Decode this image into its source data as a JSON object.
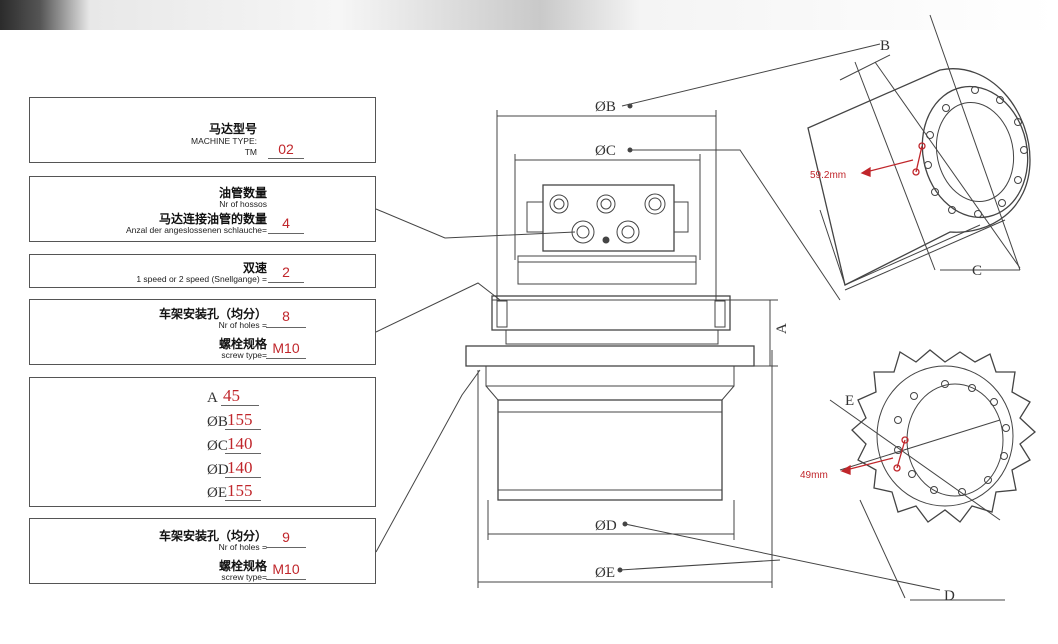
{
  "box1": {
    "label_cn": "马达型号",
    "label_en": "MACHINE TYPE:",
    "prefix": "TM",
    "value": "02"
  },
  "box2": {
    "label_cn": "油管数量",
    "label_en1": "Nr of hossos",
    "label_cn2": "马达连接油管的数量",
    "label_en2": "Anzal der angeslossenen schlauche=",
    "value": "4"
  },
  "box3": {
    "label_cn": "双速",
    "label_en": "1 speed or 2 speed (Snellgange) =",
    "value": "2"
  },
  "box4": {
    "holes_cn": "车架安装孔（均分）",
    "holes_en": "Nr of holes =",
    "holes_value": "8",
    "screw_cn": "螺栓规格",
    "screw_en": "screw type=",
    "screw_value": "M10"
  },
  "dims": [
    {
      "label": "A",
      "value": "45"
    },
    {
      "label": "ØB",
      "value": "155"
    },
    {
      "label": "ØC",
      "value": "140"
    },
    {
      "label": "ØD",
      "value": "140"
    },
    {
      "label": "ØE",
      "value": "155"
    }
  ],
  "box6": {
    "holes_cn": "车架安装孔（均分）",
    "holes_en": "Nr of holes =",
    "holes_value": "9",
    "screw_cn": "螺栓规格",
    "screw_en": "screw type=",
    "screw_value": "M10"
  },
  "drawing": {
    "dim_b": "ØB",
    "dim_c": "ØC",
    "dim_d": "ØD",
    "dim_e": "ØE",
    "dim_a": "A",
    "iso_b": "B",
    "iso_c": "C",
    "iso_e": "E",
    "iso_d": "D",
    "measure_top": "59.2mm",
    "measure_bottom": "49mm",
    "accent_color": "#c0262b"
  }
}
